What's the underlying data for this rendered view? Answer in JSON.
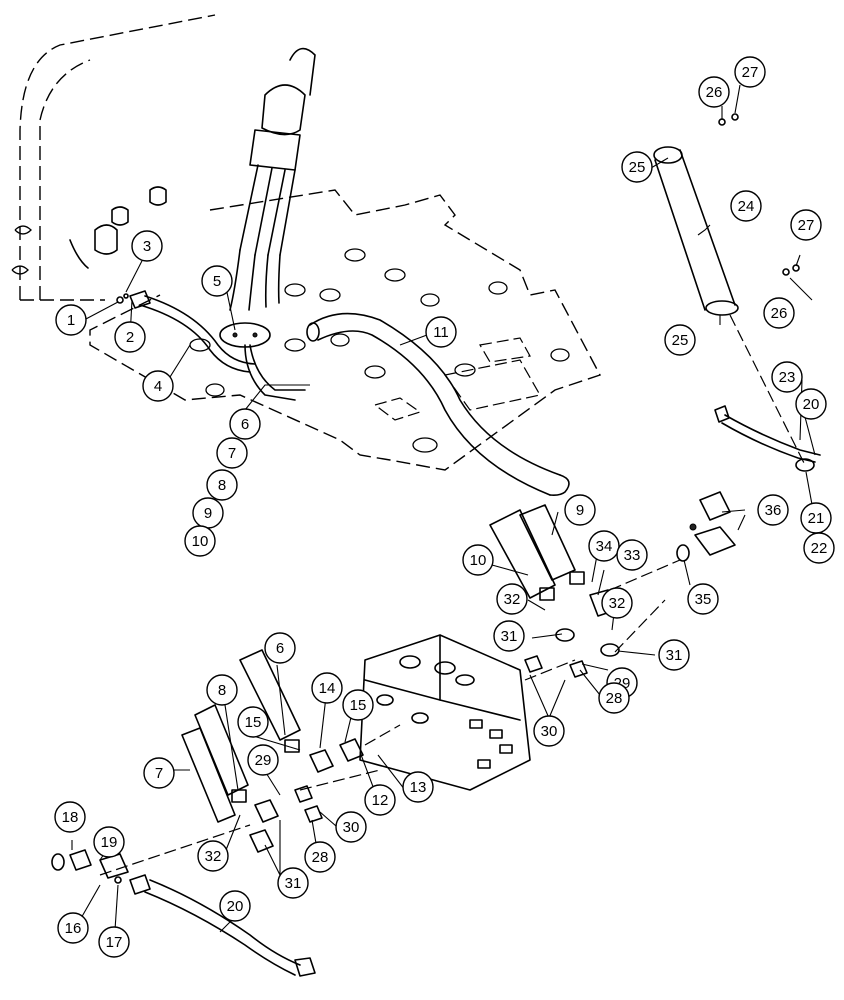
{
  "diagram": {
    "callouts": [
      {
        "id": "c1",
        "label": "1"
      },
      {
        "id": "c2",
        "label": "2"
      },
      {
        "id": "c3",
        "label": "3"
      },
      {
        "id": "c4",
        "label": "4"
      },
      {
        "id": "c5",
        "label": "5"
      },
      {
        "id": "c6a",
        "label": "6"
      },
      {
        "id": "c7a",
        "label": "7"
      },
      {
        "id": "c8a",
        "label": "8"
      },
      {
        "id": "c9a",
        "label": "9"
      },
      {
        "id": "c10a",
        "label": "10"
      },
      {
        "id": "c11",
        "label": "11"
      },
      {
        "id": "c27a",
        "label": "27"
      },
      {
        "id": "c26a",
        "label": "26"
      },
      {
        "id": "c25a",
        "label": "25"
      },
      {
        "id": "c24",
        "label": "24"
      },
      {
        "id": "c27b",
        "label": "27"
      },
      {
        "id": "c26b",
        "label": "26"
      },
      {
        "id": "c25b",
        "label": "25"
      },
      {
        "id": "c23",
        "label": "23"
      },
      {
        "id": "c20a",
        "label": "20"
      },
      {
        "id": "c21",
        "label": "21"
      },
      {
        "id": "c22",
        "label": "22"
      },
      {
        "id": "c36",
        "label": "36"
      },
      {
        "id": "c35",
        "label": "35"
      },
      {
        "id": "c9b",
        "label": "9"
      },
      {
        "id": "c10b",
        "label": "10"
      },
      {
        "id": "c34",
        "label": "34"
      },
      {
        "id": "c33",
        "label": "33"
      },
      {
        "id": "c32a",
        "label": "32"
      },
      {
        "id": "c32b",
        "label": "32"
      },
      {
        "id": "c31a",
        "label": "31"
      },
      {
        "id": "c31b",
        "label": "31"
      },
      {
        "id": "c29a",
        "label": "29"
      },
      {
        "id": "c28a",
        "label": "28"
      },
      {
        "id": "c30a",
        "label": "30"
      },
      {
        "id": "c6b",
        "label": "6"
      },
      {
        "id": "c8b",
        "label": "8"
      },
      {
        "id": "c14",
        "label": "14"
      },
      {
        "id": "c15a",
        "label": "15"
      },
      {
        "id": "c15b",
        "label": "15"
      },
      {
        "id": "c29b",
        "label": "29"
      },
      {
        "id": "c7b",
        "label": "7"
      },
      {
        "id": "c12",
        "label": "12"
      },
      {
        "id": "c13",
        "label": "13"
      },
      {
        "id": "c30b",
        "label": "30"
      },
      {
        "id": "c28b",
        "label": "28"
      },
      {
        "id": "c32c",
        "label": "32"
      },
      {
        "id": "c31c",
        "label": "31"
      },
      {
        "id": "c18",
        "label": "18"
      },
      {
        "id": "c19",
        "label": "19"
      },
      {
        "id": "c16",
        "label": "16"
      },
      {
        "id": "c17",
        "label": "17"
      },
      {
        "id": "c20b",
        "label": "20"
      }
    ]
  }
}
